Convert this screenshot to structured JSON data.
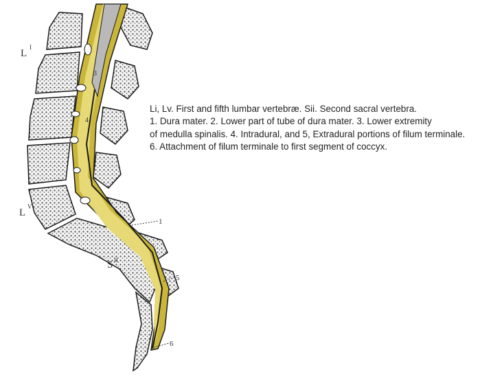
{
  "figure": {
    "labels": {
      "l1": "L",
      "l1_sup": "I",
      "l5": "L",
      "l5_sup": "V",
      "s2": "S",
      "s2_sup": "II",
      "n1": "1",
      "n3": "3",
      "n4": "4",
      "n5": "5",
      "n6": "6"
    },
    "colors": {
      "dura": "#c9b63a",
      "dura_light": "#e6d976",
      "bone": "#f3f3f3",
      "bone_stroke": "#1a1a1a",
      "marrow": "#4a4a4a",
      "cord_gray": "#b9b9b9"
    }
  },
  "caption": {
    "line1": "Li, Lv. First and fifth lumbar vertebræ. Sii. Second sacral vertebra.",
    "line2": "1. Dura mater. 2. Lower part of tube of dura mater. 3. Lower extremity",
    "line3": "of medulla spinalis. 4. Intradural, and 5, Extradural portions of filum terminale.",
    "line4": " 6. Attachment of filum terminale to first segment of coccyx."
  }
}
